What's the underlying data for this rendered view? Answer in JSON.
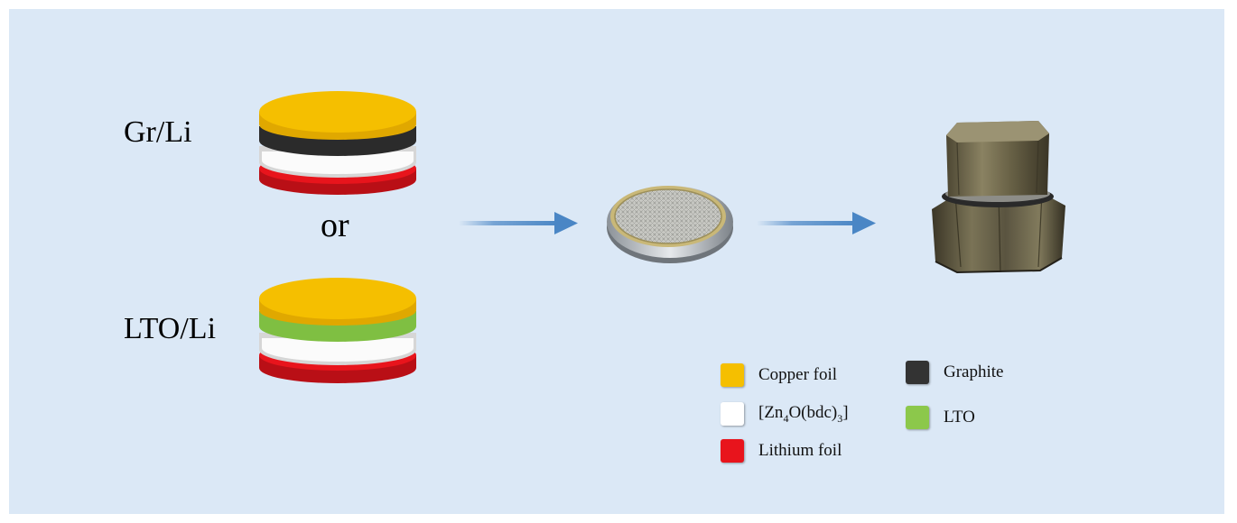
{
  "labels": {
    "gr_li": "Gr/Li",
    "or": "or",
    "lto_li": "LTO/Li"
  },
  "legend": {
    "copper": {
      "label": "Copper foil",
      "color": "#f5bf00"
    },
    "mof": {
      "label_prefix": "[Zn",
      "sub1": "4",
      "label_middle": "O(bdc)",
      "sub2": "3",
      "label_suffix": "]",
      "color": "#ffffff"
    },
    "lithium": {
      "label": "Lithium foil",
      "color": "#e8141c"
    },
    "graphite": {
      "label": "Graphite",
      "color": "#333333"
    },
    "lto": {
      "label": "LTO",
      "color": "#8cc84b"
    }
  },
  "colors": {
    "background": "#dbe8f6",
    "arrow": "#4a86c5"
  },
  "icons": [
    "layered-stack-graphite",
    "layered-stack-lto",
    "coin-cell-photo",
    "swagelok-cell-photo",
    "arrow-right-icon"
  ]
}
